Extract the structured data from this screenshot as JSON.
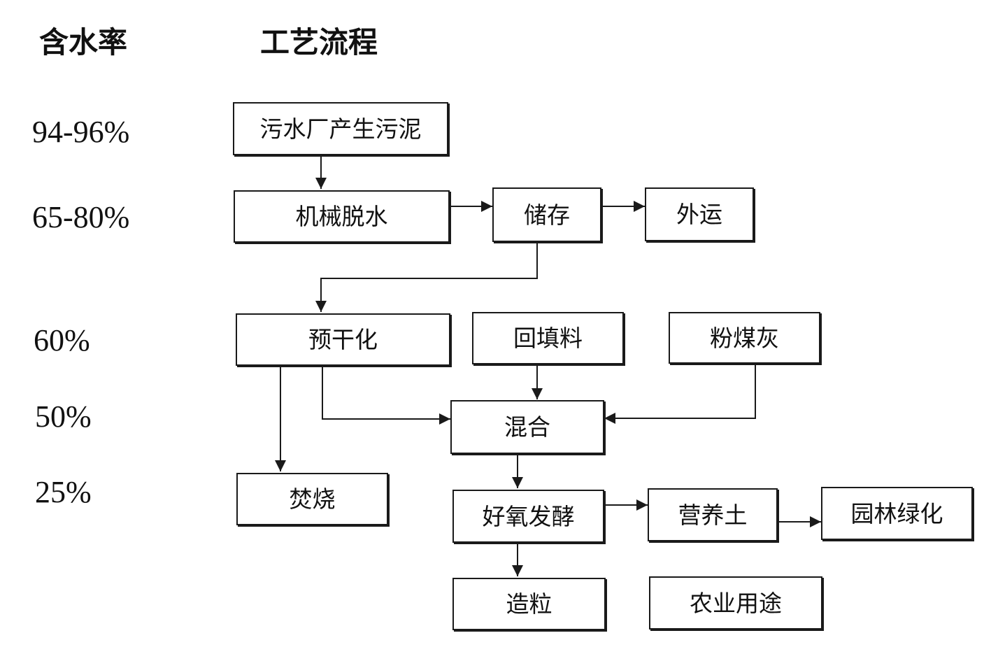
{
  "headers": {
    "moisture_title": "含水率",
    "process_title": "工艺流程"
  },
  "moisture_levels": [
    "94-96%",
    "65-80%",
    "60%",
    "50%",
    "25%"
  ],
  "nodes": {
    "sludge_source": "污水厂产生污泥",
    "mech_dewater": "机械脱水",
    "storage": "储存",
    "transport_out": "外运",
    "predry": "预干化",
    "backfill": "回填料",
    "fly_ash": "粉煤灰",
    "mixing": "混合",
    "incineration": "焚烧",
    "aerobic_ferment": "好氧发酵",
    "nutrient_soil": "营养土",
    "landscaping": "园林绿化",
    "granulation": "造粒",
    "agri_use": "农业用途"
  }
}
